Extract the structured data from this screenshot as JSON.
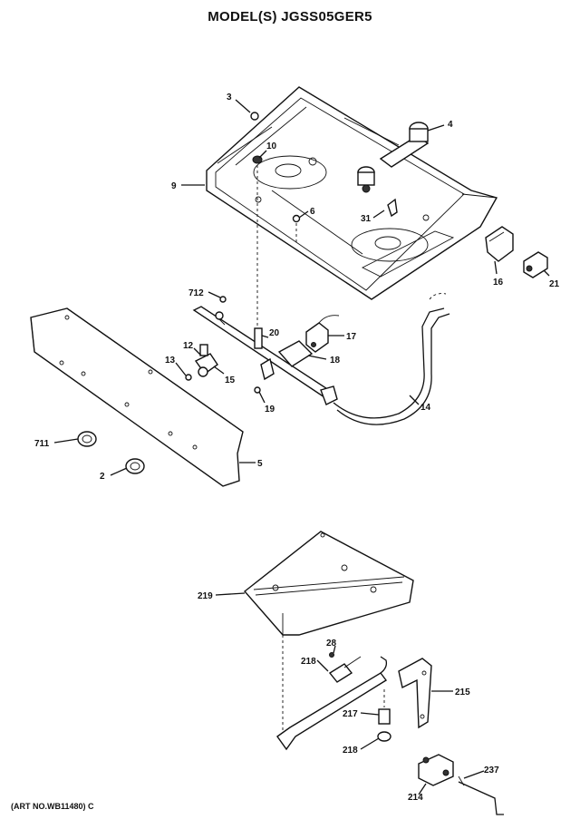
{
  "header": {
    "title": "MODEL(S) JGSS05GER5"
  },
  "footer": {
    "art_number": "(ART NO.WB11480) C"
  },
  "callouts": {
    "p3": "3",
    "p4": "4",
    "p10": "10",
    "p9": "9",
    "p6": "6",
    "p31": "31",
    "p16": "16",
    "p21": "21",
    "p712": "712",
    "p20": "20",
    "p17": "17",
    "p12": "12",
    "p18": "18",
    "p13": "13",
    "p15": "15",
    "p19": "19",
    "p14": "14",
    "p711": "711",
    "p2": "2",
    "p5": "5",
    "p219": "219",
    "p28": "28",
    "p218a": "218",
    "p215": "215",
    "p217": "217",
    "p218b": "218",
    "p237": "237",
    "p214": "214"
  }
}
